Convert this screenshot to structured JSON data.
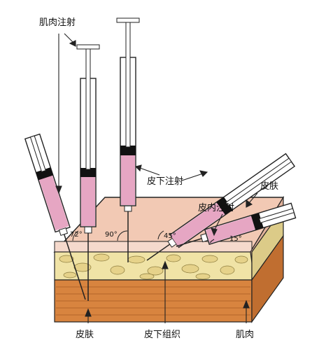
{
  "labels": {
    "intramuscular": "肌肉注射",
    "subcutaneous": "皮下注射",
    "intradermal": "皮内注射",
    "skin_top": "皮肤",
    "skin_bottom": "皮肤",
    "subcutaneous_tissue": "皮下组织",
    "muscle": "肌肉"
  },
  "angles": {
    "a72": "72°",
    "a90": "90°",
    "a45": "45°",
    "a15": "15°"
  },
  "colors": {
    "skin": "#f2c9b4",
    "fat": "#f0e3a6",
    "fat_cell": "#e6d28a",
    "muscle": "#d8843f",
    "muscle_dark": "#b5642a",
    "fluid": "#e6a6c3",
    "plunger": "#111111",
    "outline": "#222222"
  }
}
